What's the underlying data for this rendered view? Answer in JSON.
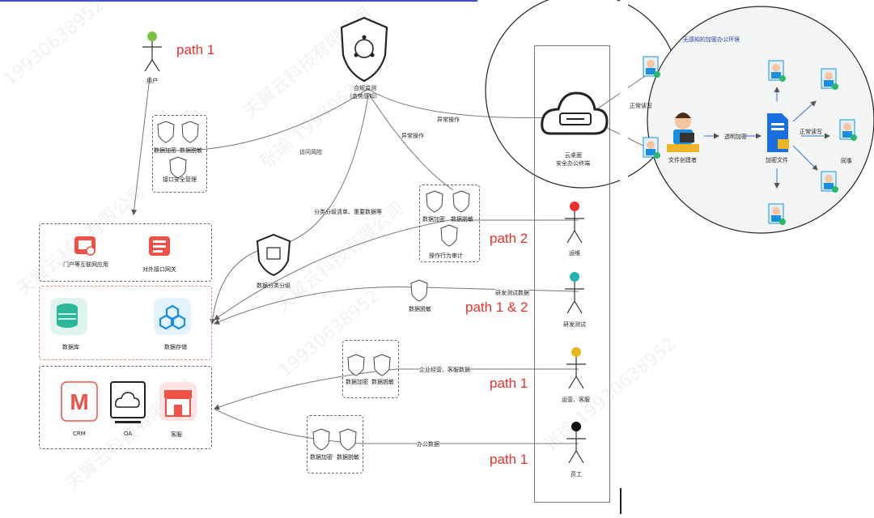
{
  "paths": {
    "p1": "path 1",
    "p2": "path 2",
    "p12": "path 1 & 2",
    "p1b": "path 1",
    "p1c": "path 1"
  },
  "nodes": {
    "user": "用户",
    "compliance": "合规监测",
    "compliance_sub": "（态势感知）",
    "cloud_desktop": "云桌面",
    "cloud_desktop_sub": "安全办公终端",
    "data_classify": "数据分类分级",
    "portal": "门户等互联网应用",
    "gateway": "对外接口网关",
    "database": "数据库",
    "storage": "数据存储",
    "crm": "CRM",
    "oa": "OA",
    "service": "客服",
    "ops": "运维",
    "rd": "研发测试",
    "operations": "运营、客服",
    "staff": "员工"
  },
  "security": {
    "encrypt": "数据加密",
    "mask": "数据脱敏",
    "api_security": "接口安全管理",
    "audit": "操作行为审计",
    "mask_single": "数据脱敏"
  },
  "edges": {
    "access_risk": "访问风险",
    "abnormal1": "异常操作",
    "abnormal2": "异常操作",
    "classify_list": "分类分级清单、重要数据等",
    "rd_data": "研发测试数据",
    "biz_data": "企业经营、客服数据",
    "office_data": "办公数据"
  },
  "inset": {
    "title": "无感知的加密办公环境",
    "normal_rw": "正常读写",
    "normal_rw2": "正常读写",
    "transparent_enc": "透明加密",
    "creator": "文件创建者",
    "enc_file": "加密文件",
    "colleague": "同事"
  },
  "watermark": [
    "天翼云科技有限公司",
    "张瑜 19930638952",
    "19930638952"
  ],
  "colors": {
    "red": "#e8322d",
    "teal": "#22b5b0",
    "blue": "#1a8fe0",
    "green": "#7ac142",
    "navy": "#1e3a8a"
  }
}
